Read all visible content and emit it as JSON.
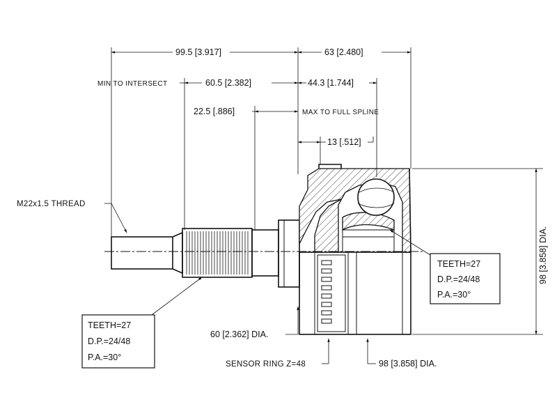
{
  "dimensions": {
    "overall_shaft": "99.5 [3.917]",
    "overall_bell": "63 [2.480]",
    "min_to_intersect_label": "MIN TO INTERSECT",
    "min_to_intersect": "60.5 [2.382]",
    "bell_depth": "44.3 [1.744]",
    "spline_length": "22.5 [.886]",
    "max_to_full_spline_label": "MAX TO FULL SPLINE",
    "lip": "13 [.512]",
    "outer_diameter_right": "98 [3.858] DIA.",
    "sensor_diameter": "60 [2.362] DIA.",
    "outer_diameter_bottom": "98 [3.858] DIA."
  },
  "labels": {
    "thread": "M22x1.5 THREAD",
    "sensor_ring": "SENSOR RING Z=48"
  },
  "outer_spline_box": {
    "teeth": "TEETH=27",
    "dp": "D.P.=24/48",
    "pa": "P.A.=30°"
  },
  "inner_spline_box": {
    "teeth": "TEETH=27",
    "dp": "D.P.=24/48",
    "pa": "P.A.=30°"
  },
  "sensor_ring_teeth": 48
}
